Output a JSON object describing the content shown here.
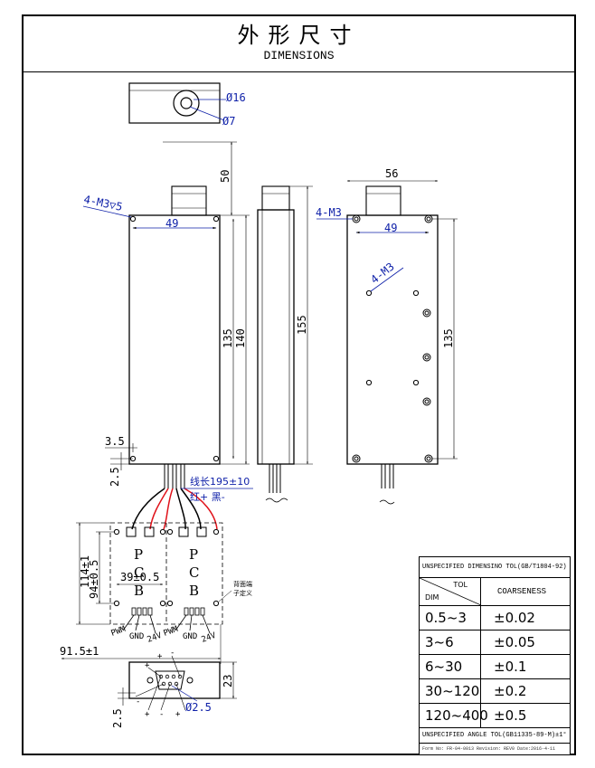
{
  "title": {
    "chinese": "外形尺寸",
    "english": "DIMENSIONS"
  },
  "top_view": {
    "dia_outer": "Ø16",
    "dia_inner": "Ø7"
  },
  "front_view": {
    "thread_label": "4-M3▽5",
    "height_50": "50",
    "hole_spacing": "49",
    "height_135": "135",
    "height_140": "140",
    "offset_35": "3.5",
    "offset_25": "2.5"
  },
  "side_view": {
    "height_155": "155"
  },
  "back_view": {
    "width_56": "56",
    "thread_label_left": "4-M3",
    "hole_spacing": "49",
    "thread_label_diag": "4-M3",
    "height_135": "135"
  },
  "wire_note": {
    "length": "线长195±10",
    "colors": "红+ 黑-"
  },
  "pcb_view": {
    "pcb_letters": [
      "P",
      "C",
      "B"
    ],
    "dim_114": "114±1",
    "dim_94": "94±0.5",
    "dim_39": "39±0.5",
    "back_terminal_note_1": "背面端",
    "back_terminal_note_2": "子定义",
    "pin_labels": [
      "PWM",
      "GND",
      "24V",
      "PWM",
      "GND",
      "24V"
    ]
  },
  "connector_view": {
    "dim_915": "91.5±1",
    "dim_23": "23",
    "dim_25": "2.5",
    "dia": "Ø2.5",
    "plus": "+",
    "minus": "-"
  },
  "tolerance_table": {
    "header": "UNSPECIFIED DIMENSINO TOL(GB/T1804-92)",
    "col_tol": "TOL",
    "col_dim": "DIM",
    "col_coarse": "COARSENESS",
    "rows": [
      {
        "range": "0.5~3",
        "tol": "±0.02"
      },
      {
        "range": "3~6",
        "tol": "±0.05"
      },
      {
        "range": "6~30",
        "tol": "±0.1"
      },
      {
        "range": "30~120",
        "tol": "±0.2"
      },
      {
        "range": "120~400",
        "tol": "±0.5"
      }
    ],
    "angle_note": "UNSPECIFIED ANGLE TOL(GB11335-89-M)±1°",
    "form_note": "Form No: FR-04-0013 Revision: REV0 Date:2016-4-11"
  }
}
